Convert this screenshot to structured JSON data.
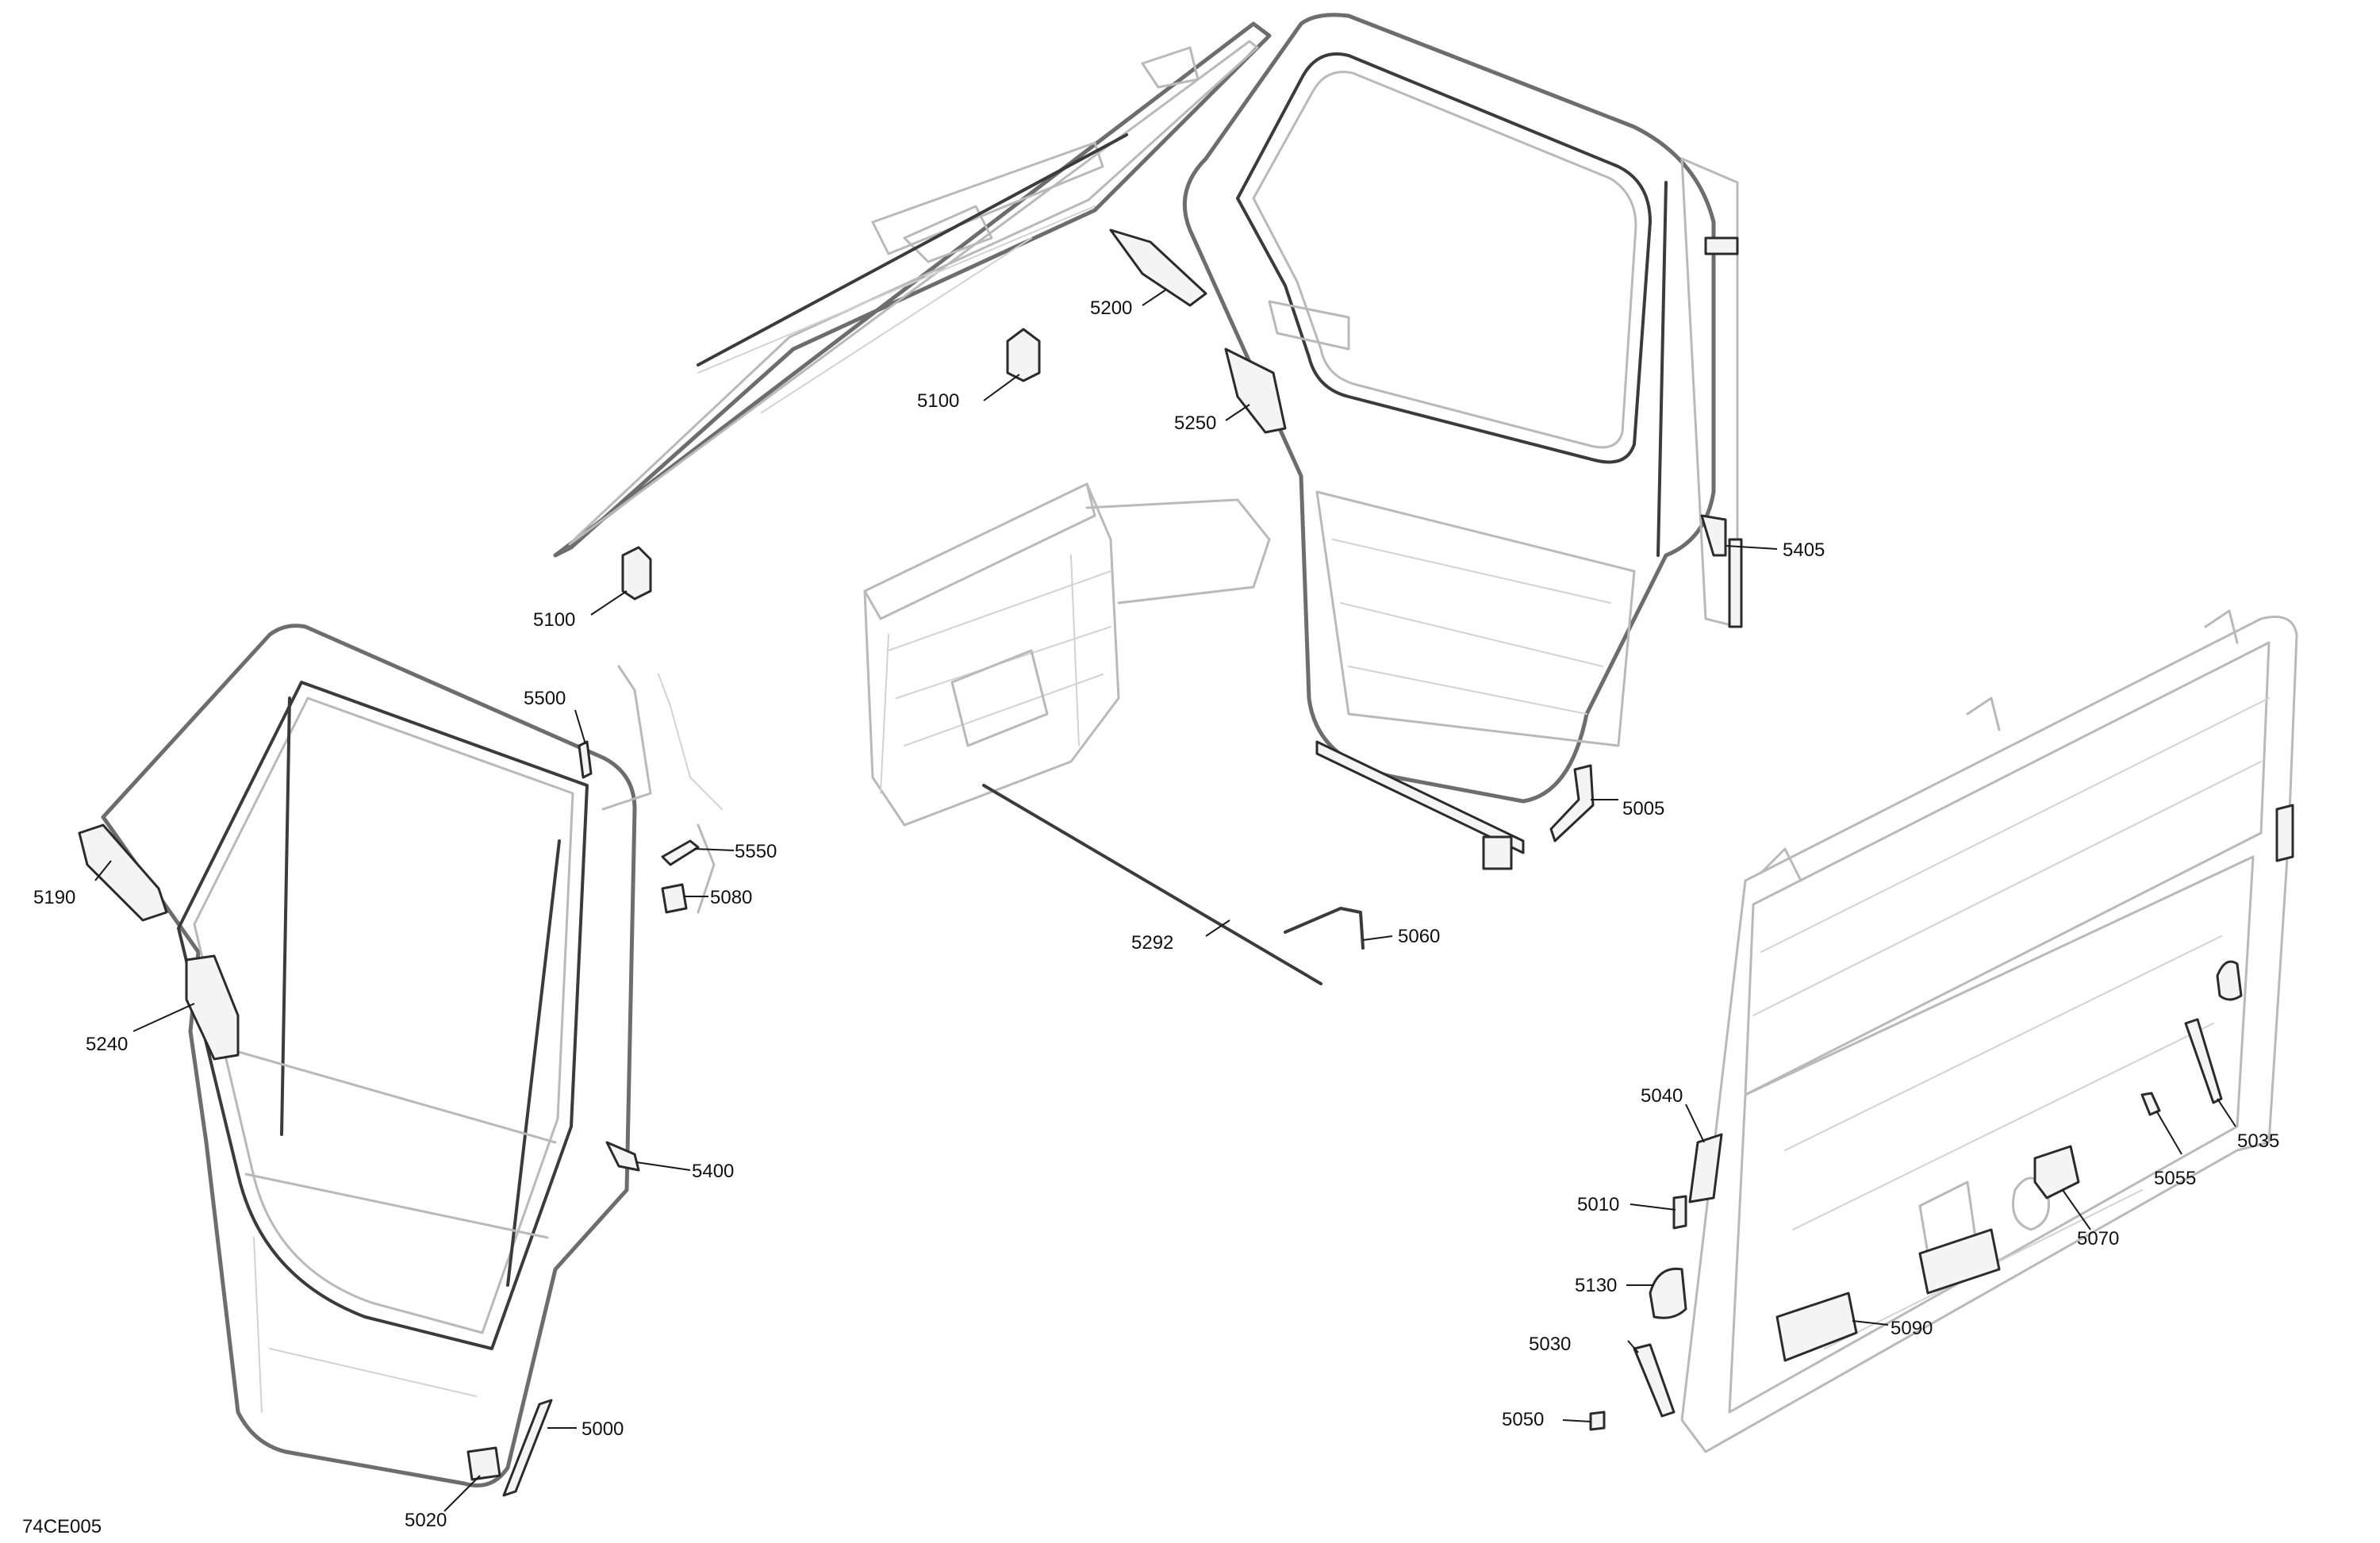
{
  "figure_code": "74CE005",
  "callouts": [
    {
      "id": "c5100a",
      "text": "5100"
    },
    {
      "id": "c5100b",
      "text": "5100"
    },
    {
      "id": "c5200",
      "text": "5200"
    },
    {
      "id": "c5250",
      "text": "5250"
    },
    {
      "id": "c5405",
      "text": "5405"
    },
    {
      "id": "c5500",
      "text": "5500"
    },
    {
      "id": "c5550",
      "text": "5550"
    },
    {
      "id": "c5080",
      "text": "5080"
    },
    {
      "id": "c5190",
      "text": "5190"
    },
    {
      "id": "c5240",
      "text": "5240"
    },
    {
      "id": "c5400",
      "text": "5400"
    },
    {
      "id": "c5000",
      "text": "5000"
    },
    {
      "id": "c5020",
      "text": "5020"
    },
    {
      "id": "c5292",
      "text": "5292"
    },
    {
      "id": "c5060",
      "text": "5060"
    },
    {
      "id": "c5005",
      "text": "5005"
    },
    {
      "id": "c5040",
      "text": "5040"
    },
    {
      "id": "c5010",
      "text": "5010"
    },
    {
      "id": "c5130",
      "text": "5130"
    },
    {
      "id": "c5030",
      "text": "5030"
    },
    {
      "id": "c5050",
      "text": "5050"
    },
    {
      "id": "c5090",
      "text": "5090"
    },
    {
      "id": "c5070",
      "text": "5070"
    },
    {
      "id": "c5055",
      "text": "5055"
    },
    {
      "id": "c5035",
      "text": "5035"
    }
  ]
}
